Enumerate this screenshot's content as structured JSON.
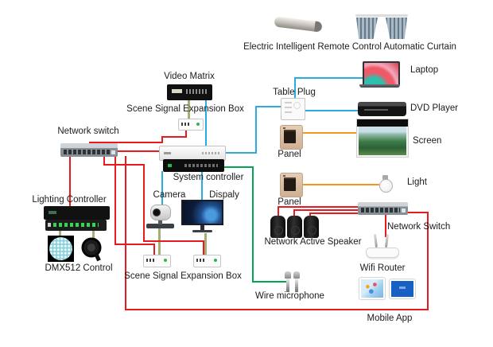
{
  "diagram": {
    "labels": {
      "curtain": "Electric Intelligent Remote Control Automatic Curtain",
      "video_matrix": "Video Matrix",
      "scene_box_top": "Scene Signal Expansion Box",
      "network_switch_left": "Network switch",
      "table_plug": "Table Plug",
      "laptop": "Laptop",
      "dvd_player": "DVD Player",
      "panel_1": "Panel",
      "screen": "Screen",
      "system_controller": "System controller",
      "panel_2": "Panel",
      "light": "Light",
      "lighting_controller": "Lighting Controller",
      "camera": "Camera",
      "display": "Dispaly",
      "dmx512": "DMX512 Control",
      "scene_box_bottom": "Scene Signal Expansion Box",
      "speakers": "Network Active Speaker",
      "network_switch_right": "Network Switch",
      "wifi_router": "Wifi Router",
      "wire_microphone": "Wire microphone",
      "mobile_app": "Mobile App"
    },
    "colors": {
      "wire_red": "#e8191f",
      "wire_blue": "#2aabe2",
      "wire_green": "#00a651",
      "wire_orange": "#f7941d",
      "wire_olive": "#a3b075",
      "background": "#ffffff",
      "label_text": "#1c1c1c"
    },
    "devices": [
      "curtain-motor-icon",
      "curtains-icon",
      "video-matrix-icon",
      "scene-expansion-box-icon",
      "network-switch-icon",
      "table-plug-icon",
      "laptop-icon",
      "dvd-player-icon",
      "wall-panel-icon",
      "projection-screen-icon",
      "system-controller-icon",
      "light-bulb-icon",
      "lighting-controller-icon",
      "disco-ball-icon",
      "stage-light-icon",
      "ptz-camera-icon",
      "monitor-icon",
      "speaker-icon",
      "wifi-router-icon",
      "tablet-icon",
      "microphone-icon"
    ]
  }
}
